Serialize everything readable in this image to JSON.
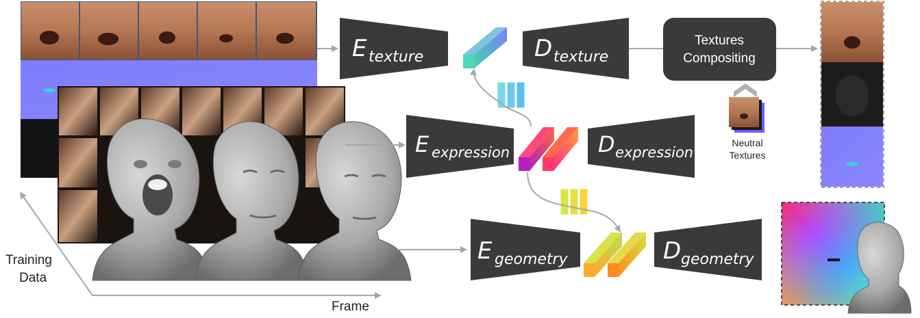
{
  "encoders": {
    "texture": {
      "main": "E",
      "sub": "texture"
    },
    "expression": {
      "main": "E",
      "sub": "expression"
    },
    "geometry": {
      "main": "E",
      "sub": "geometry"
    }
  },
  "decoders": {
    "texture": {
      "main": "D",
      "sub": "texture"
    },
    "expression": {
      "main": "D",
      "sub": "expression"
    },
    "geometry": {
      "main": "D",
      "sub": "geometry"
    }
  },
  "compositing": {
    "line1": "Textures",
    "line2": "Compositing"
  },
  "neutral": {
    "line1": "Neutral",
    "line2": "Textures"
  },
  "axes": {
    "training_line1": "Training",
    "training_line2": "Data",
    "frame": "Frame"
  },
  "colors": {
    "block": "#3a3a3a",
    "arrow": "#a6a6a6",
    "latent_texture": [
      "#4fd6b8",
      "#6a8cff",
      "#8a6bff"
    ],
    "latent_expression": [
      "#ff3a8a",
      "#ff5a3a",
      "#b21fc2"
    ],
    "latent_geometry": [
      "#c9d84a",
      "#ff9a2a",
      "#f1d13a"
    ]
  }
}
